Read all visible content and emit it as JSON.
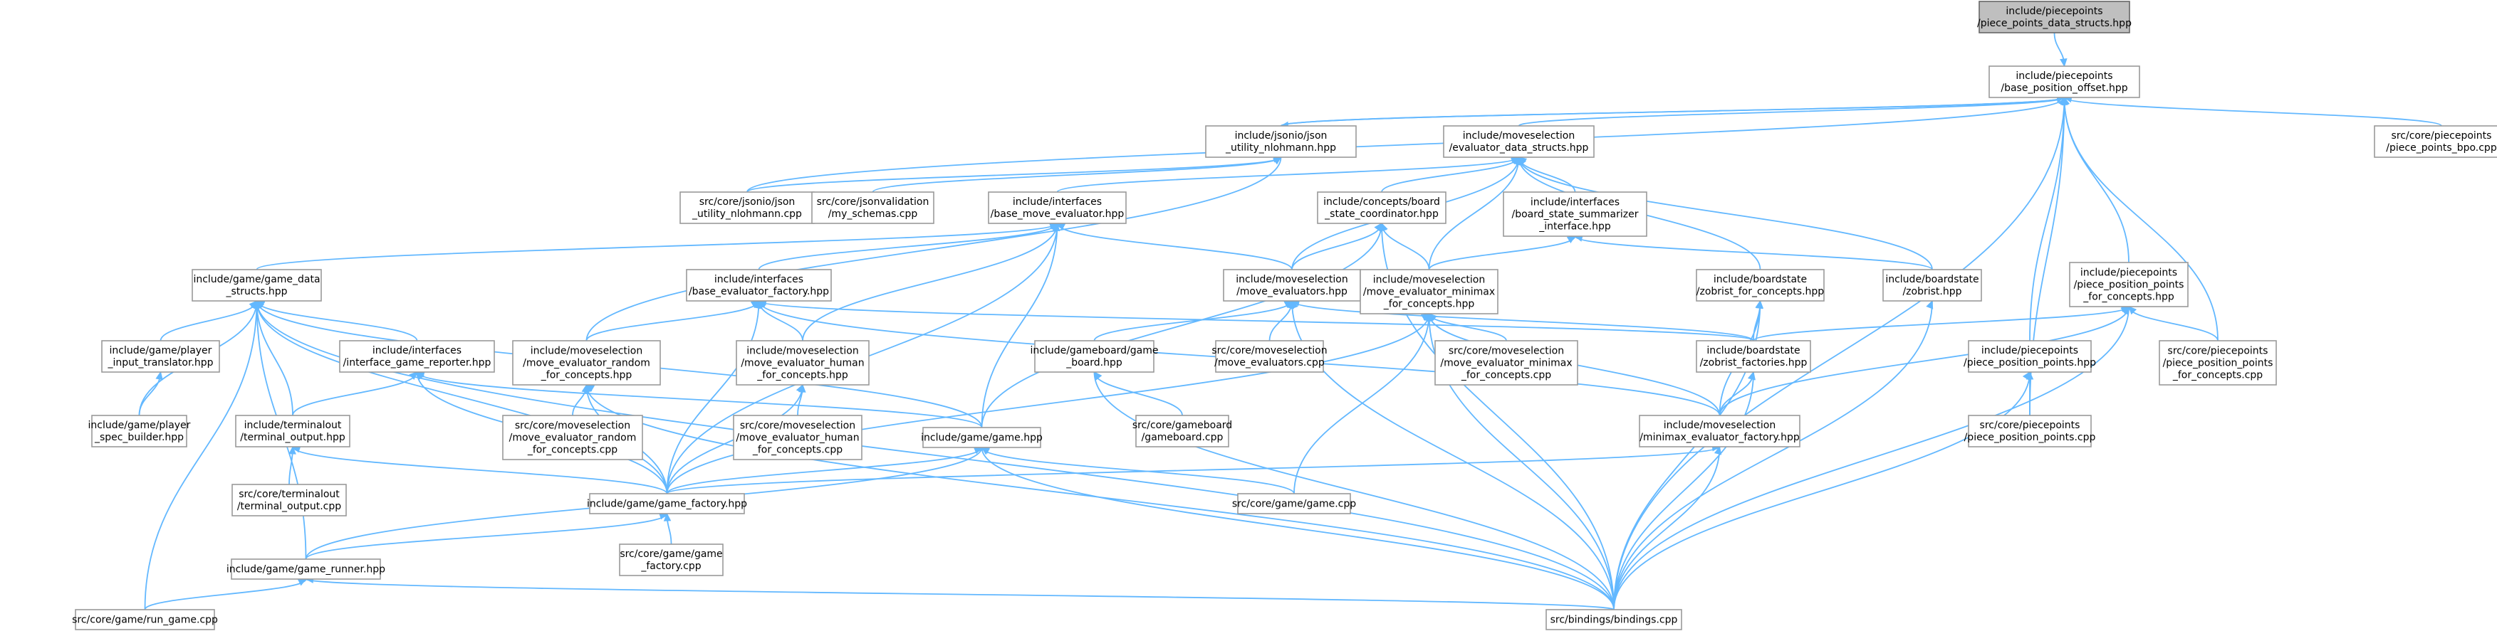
{
  "nodes": [
    {
      "id": "n0",
      "lines": [
        "include/piecepoints",
        "/piece_points_data_structs.hpp"
      ],
      "root": true
    },
    {
      "id": "n1",
      "lines": [
        "include/piecepoints",
        "/base_position_offset.hpp"
      ]
    },
    {
      "id": "n2",
      "lines": [
        "include/jsonio/json",
        "_utility_nlohmann.hpp"
      ]
    },
    {
      "id": "n3",
      "lines": [
        "include/moveselection",
        "/evaluator_data_structs.hpp"
      ]
    },
    {
      "id": "n4",
      "lines": [
        "src/core/piecepoints",
        "/piece_points_bpo.cpp"
      ]
    },
    {
      "id": "n5",
      "lines": [
        "src/core/jsonio/json",
        "_utility_nlohmann.cpp"
      ]
    },
    {
      "id": "n6",
      "lines": [
        "src/core/jsonvalidation",
        "/my_schemas.cpp"
      ]
    },
    {
      "id": "n7",
      "lines": [
        "include/interfaces",
        "/base_move_evaluator.hpp"
      ]
    },
    {
      "id": "n8",
      "lines": [
        "include/concepts/board",
        "_state_coordinator.hpp"
      ]
    },
    {
      "id": "n9",
      "lines": [
        "include/interfaces",
        "/board_state_summarizer",
        "_interface.hpp"
      ]
    },
    {
      "id": "n10",
      "lines": [
        "include/game/game_data",
        "_structs.hpp"
      ]
    },
    {
      "id": "n11",
      "lines": [
        "include/interfaces",
        "/base_evaluator_factory.hpp"
      ]
    },
    {
      "id": "n12",
      "lines": [
        "include/moveselection",
        "/move_evaluators.hpp"
      ]
    },
    {
      "id": "n13",
      "lines": [
        "include/moveselection",
        "/move_evaluator_minimax",
        "_for_concepts.hpp"
      ]
    },
    {
      "id": "n14",
      "lines": [
        "include/boardstate",
        "/zobrist_for_concepts.hpp"
      ]
    },
    {
      "id": "n15",
      "lines": [
        "include/boardstate",
        "/zobrist.hpp"
      ]
    },
    {
      "id": "n16",
      "lines": [
        "include/piecepoints",
        "/piece_position_points",
        "_for_concepts.hpp"
      ]
    },
    {
      "id": "n17",
      "lines": [
        "include/game/player",
        "_input_translator.hpp"
      ]
    },
    {
      "id": "n18",
      "lines": [
        "include/interfaces",
        "/interface_game_reporter.hpp"
      ]
    },
    {
      "id": "n19",
      "lines": [
        "include/moveselection",
        "/move_evaluator_random",
        "_for_concepts.hpp"
      ]
    },
    {
      "id": "n20",
      "lines": [
        "include/moveselection",
        "/move_evaluator_human",
        "_for_concepts.hpp"
      ]
    },
    {
      "id": "n21",
      "lines": [
        "include/gameboard/game",
        "_board.hpp"
      ]
    },
    {
      "id": "n22",
      "lines": [
        "src/core/moveselection",
        "/move_evaluators.cpp"
      ]
    },
    {
      "id": "n23",
      "lines": [
        "src/core/moveselection",
        "/move_evaluator_minimax",
        "_for_concepts.cpp"
      ]
    },
    {
      "id": "n24",
      "lines": [
        "include/boardstate",
        "/zobrist_factories.hpp"
      ]
    },
    {
      "id": "n25",
      "lines": [
        "include/piecepoints",
        "/piece_position_points.hpp"
      ]
    },
    {
      "id": "n26",
      "lines": [
        "src/core/piecepoints",
        "/piece_position_points",
        "_for_concepts.cpp"
      ]
    },
    {
      "id": "n27",
      "lines": [
        "include/game/player",
        "_spec_builder.hpp"
      ]
    },
    {
      "id": "n28",
      "lines": [
        "include/terminalout",
        "/terminal_output.hpp"
      ]
    },
    {
      "id": "n29",
      "lines": [
        "src/core/moveselection",
        "/move_evaluator_random",
        "_for_concepts.cpp"
      ]
    },
    {
      "id": "n30",
      "lines": [
        "src/core/moveselection",
        "/move_evaluator_human",
        "_for_concepts.cpp"
      ]
    },
    {
      "id": "n31",
      "lines": [
        "src/core/gameboard",
        "/gameboard.cpp"
      ]
    },
    {
      "id": "n32",
      "lines": [
        "include/game/game.hpp"
      ]
    },
    {
      "id": "n33",
      "lines": [
        "include/moveselection",
        "/minimax_evaluator_factory.hpp"
      ]
    },
    {
      "id": "n34",
      "lines": [
        "src/core/piecepoints",
        "/piece_position_points.cpp"
      ]
    },
    {
      "id": "n35",
      "lines": [
        "src/core/terminalout",
        "/terminal_output.cpp"
      ]
    },
    {
      "id": "n36",
      "lines": [
        "include/game/game_factory.hpp"
      ]
    },
    {
      "id": "n37",
      "lines": [
        "src/core/game/game.cpp"
      ]
    },
    {
      "id": "n38",
      "lines": [
        "src/core/game/game",
        "_factory.cpp"
      ]
    },
    {
      "id": "n39",
      "lines": [
        "include/game/game_runner.hpp"
      ]
    },
    {
      "id": "n40",
      "lines": [
        "src/core/game/run_game.cpp"
      ]
    },
    {
      "id": "n41",
      "lines": [
        "src/bindings/bindings.cpp"
      ]
    }
  ],
  "edges": [
    [
      "n1",
      "n0"
    ],
    [
      "n1",
      "n2"
    ],
    [
      "n1",
      "n3"
    ],
    [
      "n1",
      "n4"
    ],
    [
      "n1",
      "n5"
    ],
    [
      "n1",
      "n16"
    ],
    [
      "n1",
      "n25"
    ],
    [
      "n1",
      "n26"
    ],
    [
      "n1",
      "n34"
    ],
    [
      "n1",
      "n41"
    ],
    [
      "n2",
      "n1"
    ],
    [
      "n2",
      "n5"
    ],
    [
      "n2",
      "n6"
    ],
    [
      "n2",
      "n19"
    ],
    [
      "n3",
      "n7"
    ],
    [
      "n3",
      "n8"
    ],
    [
      "n3",
      "n9"
    ],
    [
      "n3",
      "n12"
    ],
    [
      "n3",
      "n13"
    ],
    [
      "n3",
      "n14"
    ],
    [
      "n3",
      "n15"
    ],
    [
      "n7",
      "n10"
    ],
    [
      "n7",
      "n11"
    ],
    [
      "n7",
      "n12"
    ],
    [
      "n7",
      "n20"
    ],
    [
      "n7",
      "n32"
    ],
    [
      "n7",
      "n36"
    ],
    [
      "n8",
      "n12"
    ],
    [
      "n8",
      "n13"
    ],
    [
      "n8",
      "n32"
    ],
    [
      "n8",
      "n41"
    ],
    [
      "n9",
      "n13"
    ],
    [
      "n9",
      "n15"
    ],
    [
      "n10",
      "n17"
    ],
    [
      "n10",
      "n18"
    ],
    [
      "n10",
      "n27"
    ],
    [
      "n10",
      "n28"
    ],
    [
      "n10",
      "n32"
    ],
    [
      "n10",
      "n36"
    ],
    [
      "n10",
      "n39"
    ],
    [
      "n10",
      "n40"
    ],
    [
      "n10",
      "n41"
    ],
    [
      "n11",
      "n19"
    ],
    [
      "n11",
      "n20"
    ],
    [
      "n11",
      "n24"
    ],
    [
      "n11",
      "n33"
    ],
    [
      "n11",
      "n36"
    ],
    [
      "n12",
      "n21"
    ],
    [
      "n12",
      "n22"
    ],
    [
      "n12",
      "n24"
    ],
    [
      "n12",
      "n41"
    ],
    [
      "n13",
      "n23"
    ],
    [
      "n13",
      "n33"
    ],
    [
      "n13",
      "n36"
    ],
    [
      "n13",
      "n37"
    ],
    [
      "n13",
      "n41"
    ],
    [
      "n14",
      "n24"
    ],
    [
      "n14",
      "n33"
    ],
    [
      "n14",
      "n41"
    ],
    [
      "n15",
      "n41"
    ],
    [
      "n16",
      "n24"
    ],
    [
      "n16",
      "n26"
    ],
    [
      "n16",
      "n33"
    ],
    [
      "n16",
      "n41"
    ],
    [
      "n17",
      "n27"
    ],
    [
      "n18",
      "n28"
    ],
    [
      "n18",
      "n32"
    ],
    [
      "n18",
      "n36"
    ],
    [
      "n19",
      "n29"
    ],
    [
      "n19",
      "n36"
    ],
    [
      "n19",
      "n41"
    ],
    [
      "n20",
      "n30"
    ],
    [
      "n20",
      "n36"
    ],
    [
      "n21",
      "n31"
    ],
    [
      "n21",
      "n41"
    ],
    [
      "n24",
      "n33"
    ],
    [
      "n24",
      "n41"
    ],
    [
      "n25",
      "n34"
    ],
    [
      "n25",
      "n41"
    ],
    [
      "n28",
      "n35"
    ],
    [
      "n28",
      "n36"
    ],
    [
      "n32",
      "n36"
    ],
    [
      "n32",
      "n37"
    ],
    [
      "n32",
      "n39"
    ],
    [
      "n32",
      "n41"
    ],
    [
      "n33",
      "n36"
    ],
    [
      "n33",
      "n41"
    ],
    [
      "n36",
      "n38"
    ],
    [
      "n36",
      "n39"
    ],
    [
      "n39",
      "n40"
    ],
    [
      "n39",
      "n41"
    ]
  ],
  "colors": {
    "edge": "#63b8ff",
    "node_border": "#999999",
    "root_fill": "#bfbfbf"
  }
}
